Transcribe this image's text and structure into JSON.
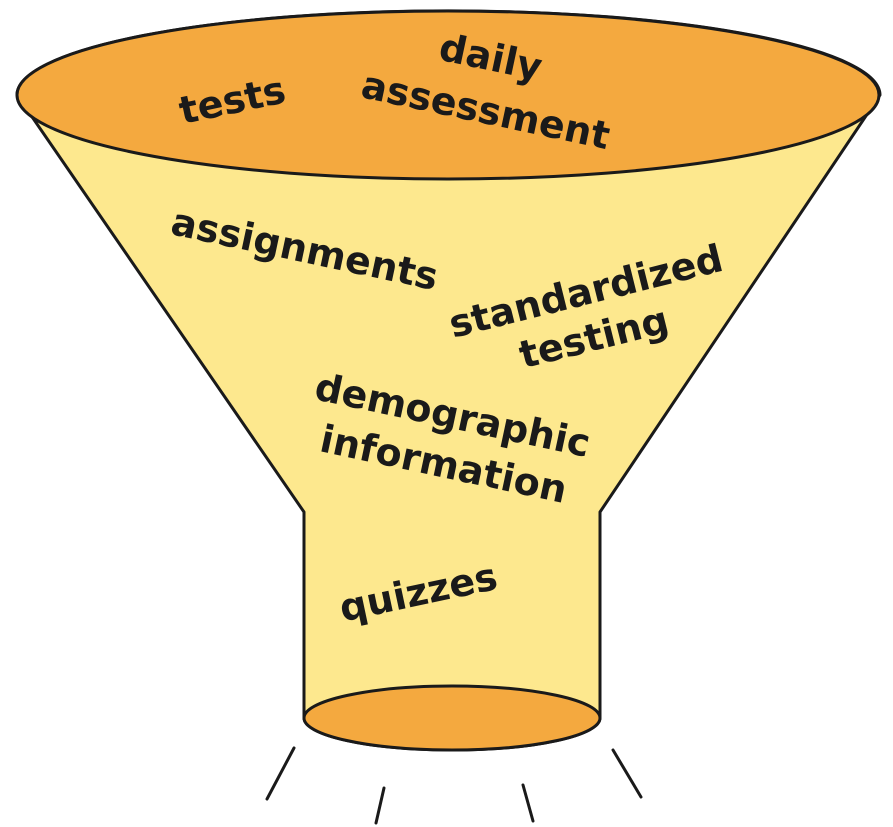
{
  "colors": {
    "funnel_body": "#fde88e",
    "funnel_opening": "#f4a93f",
    "outline": "#1a1a1a",
    "text": "#1a1a1a"
  },
  "labels": {
    "tests": "tests",
    "daily": "daily",
    "assessment": "assessment",
    "assignments": "assignments",
    "standardized": "standardized",
    "testing": "testing",
    "demographic": "demographic",
    "information": "information",
    "quizzes": "quizzes"
  }
}
